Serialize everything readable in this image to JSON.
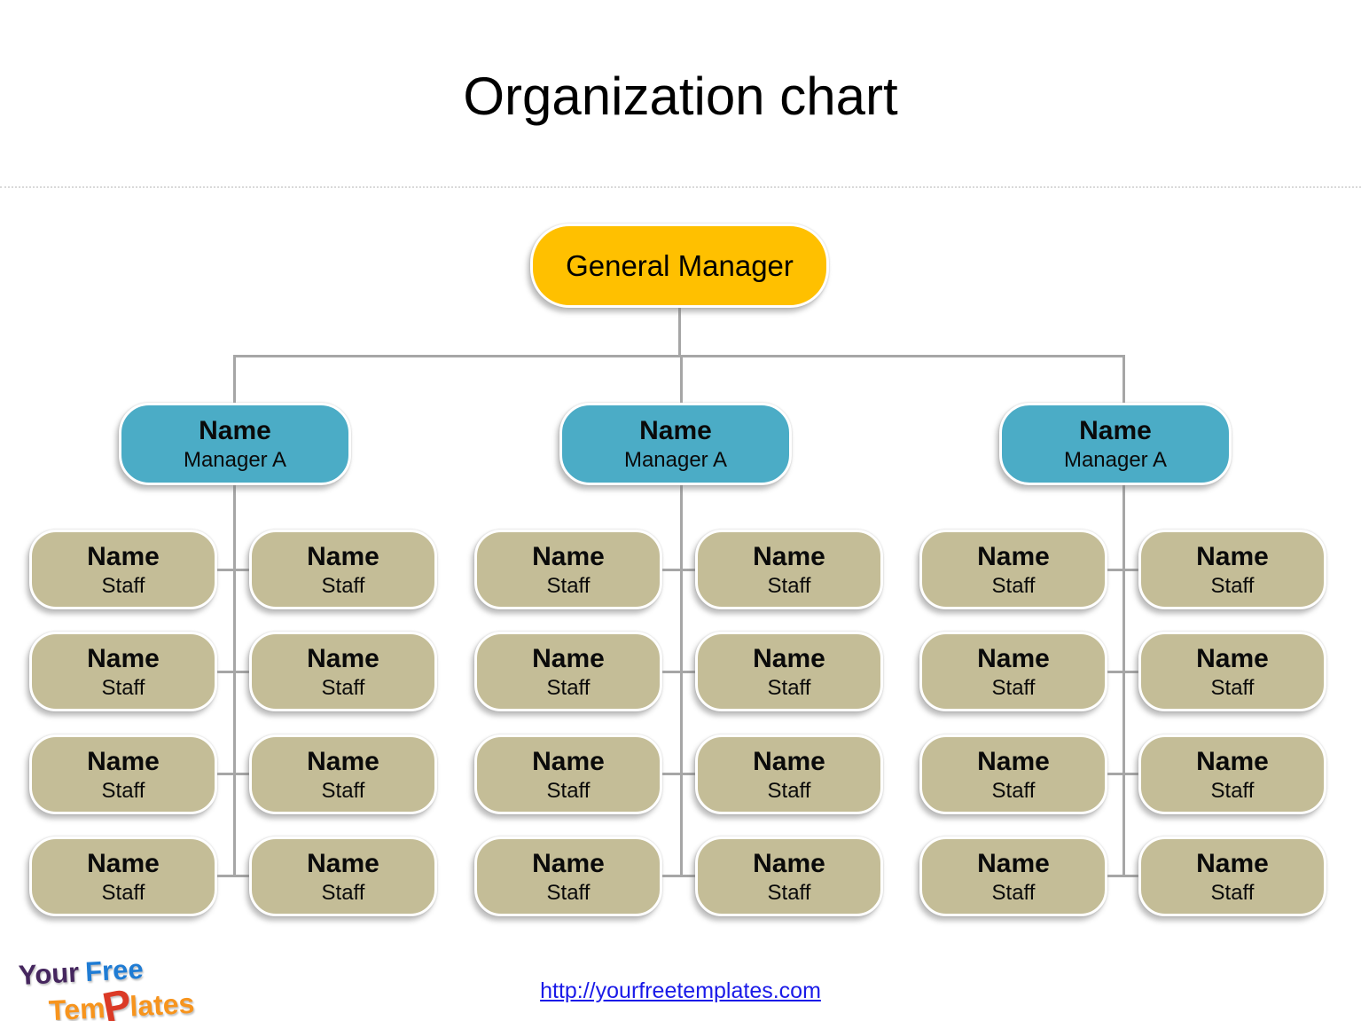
{
  "title": "Organization chart",
  "root": {
    "label": "General Manager"
  },
  "groups": [
    {
      "manager": {
        "name": "Name",
        "role": "Manager A"
      },
      "staff": [
        {
          "name": "Name",
          "role": "Staff"
        },
        {
          "name": "Name",
          "role": "Staff"
        },
        {
          "name": "Name",
          "role": "Staff"
        },
        {
          "name": "Name",
          "role": "Staff"
        },
        {
          "name": "Name",
          "role": "Staff"
        },
        {
          "name": "Name",
          "role": "Staff"
        },
        {
          "name": "Name",
          "role": "Staff"
        },
        {
          "name": "Name",
          "role": "Staff"
        }
      ]
    },
    {
      "manager": {
        "name": "Name",
        "role": "Manager A"
      },
      "staff": [
        {
          "name": "Name",
          "role": "Staff"
        },
        {
          "name": "Name",
          "role": "Staff"
        },
        {
          "name": "Name",
          "role": "Staff"
        },
        {
          "name": "Name",
          "role": "Staff"
        },
        {
          "name": "Name",
          "role": "Staff"
        },
        {
          "name": "Name",
          "role": "Staff"
        },
        {
          "name": "Name",
          "role": "Staff"
        },
        {
          "name": "Name",
          "role": "Staff"
        }
      ]
    },
    {
      "manager": {
        "name": "Name",
        "role": "Manager A"
      },
      "staff": [
        {
          "name": "Name",
          "role": "Staff"
        },
        {
          "name": "Name",
          "role": "Staff"
        },
        {
          "name": "Name",
          "role": "Staff"
        },
        {
          "name": "Name",
          "role": "Staff"
        },
        {
          "name": "Name",
          "role": "Staff"
        },
        {
          "name": "Name",
          "role": "Staff"
        },
        {
          "name": "Name",
          "role": "Staff"
        },
        {
          "name": "Name",
          "role": "Staff"
        }
      ]
    }
  ],
  "footer": {
    "link": "http://yourfreetemplates.com",
    "logo": {
      "word1": "Your",
      "word2": "Free",
      "word3_pre": "Tem",
      "word3_p": "P",
      "word3_post": "lates"
    }
  },
  "colors": {
    "root_fill": "#FFC000",
    "manager_fill": "#4BACC6",
    "staff_fill": "#C4BD97",
    "connector": "#A6A6A6",
    "link": "#1A1AE8"
  }
}
